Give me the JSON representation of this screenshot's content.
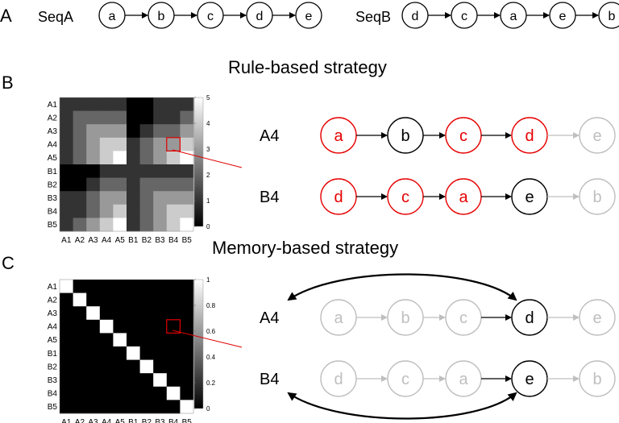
{
  "panels": {
    "a": "A",
    "b": "B",
    "c": "C"
  },
  "sequences": {
    "seqA": {
      "label": "SeqA",
      "nodes": [
        "a",
        "b",
        "c",
        "d",
        "e"
      ]
    },
    "seqB": {
      "label": "SeqB",
      "nodes": [
        "d",
        "c",
        "a",
        "e",
        "b"
      ]
    }
  },
  "titles": {
    "rule": "Rule-based strategy",
    "memory": "Memory-based strategy"
  },
  "matrix_labels": [
    "A1",
    "A2",
    "A3",
    "A4",
    "A5",
    "B1",
    "B2",
    "B3",
    "B4",
    "B5"
  ],
  "rule_matrix": {
    "colorbar": {
      "min": 0,
      "max": 5,
      "ticks": [
        "0",
        "1",
        "2",
        "3",
        "4",
        "5"
      ]
    },
    "highlight": {
      "row": "A4",
      "col": "B4"
    }
  },
  "memory_matrix": {
    "colorbar": {
      "min": 0,
      "max": 1,
      "ticks": [
        "0",
        "0.2",
        "0.4",
        "0.6",
        "0.8",
        "1"
      ]
    },
    "highlight": {
      "row": "A4",
      "col": "B4"
    }
  },
  "rule_rows": [
    {
      "label": "A4",
      "nodes": [
        {
          "letter": "a",
          "status": "match"
        },
        {
          "letter": "b",
          "status": "current"
        },
        {
          "letter": "c",
          "status": "match"
        },
        {
          "letter": "d",
          "status": "match"
        },
        {
          "letter": "e",
          "status": "future"
        }
      ]
    },
    {
      "label": "B4",
      "nodes": [
        {
          "letter": "d",
          "status": "match"
        },
        {
          "letter": "c",
          "status": "match"
        },
        {
          "letter": "a",
          "status": "match"
        },
        {
          "letter": "e",
          "status": "current"
        },
        {
          "letter": "b",
          "status": "future"
        }
      ]
    }
  ],
  "memory_rows": [
    {
      "label": "A4",
      "nodes": [
        {
          "letter": "a",
          "status": "faded"
        },
        {
          "letter": "b",
          "status": "faded"
        },
        {
          "letter": "c",
          "status": "faded"
        },
        {
          "letter": "d",
          "status": "current"
        },
        {
          "letter": "e",
          "status": "faded"
        }
      ]
    },
    {
      "label": "B4",
      "nodes": [
        {
          "letter": "d",
          "status": "faded"
        },
        {
          "letter": "c",
          "status": "faded"
        },
        {
          "letter": "a",
          "status": "faded"
        },
        {
          "letter": "e",
          "status": "current"
        },
        {
          "letter": "b",
          "status": "faded"
        }
      ]
    }
  ],
  "colors": {
    "match": "#e60000",
    "current": "#000000",
    "faded": "#bfbfbf",
    "future": "#bfbfbf",
    "highlight_box": "#e00000"
  }
}
